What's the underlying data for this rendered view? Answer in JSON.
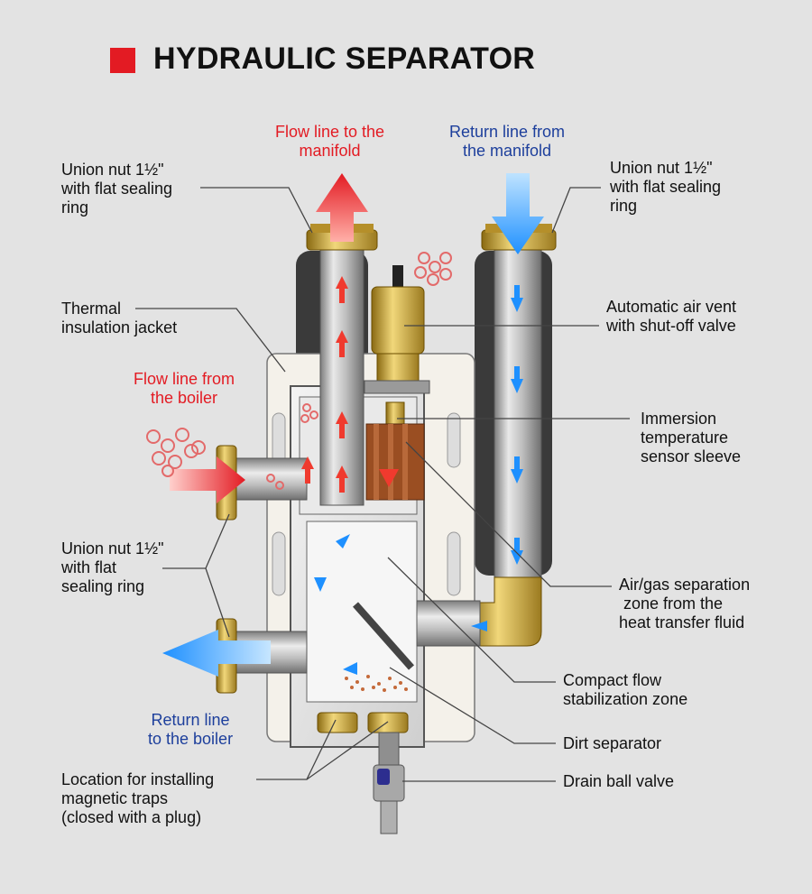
{
  "title": "HYDRAULIC SEPARATOR",
  "colors": {
    "accent_red": "#e31b23",
    "return_blue": "#1d3f9c",
    "flow_arrow_blue": "#1e90ff",
    "brass": "#c9a43a"
  },
  "labels": {
    "flow_to_manifold": "Flow line to the\nmanifold",
    "return_from_manifold": "Return line from\nthe manifold",
    "union_nut_top_left": "Union nut 1½\"\nwith flat sealing\nring",
    "union_nut_top_right": "Union nut 1½\"\nwith flat sealing\nring",
    "thermal_insulation": "Thermal\ninsulation jacket",
    "air_vent": "Automatic air vent\nwith shut-off valve",
    "flow_from_boiler": "Flow line from\nthe boiler",
    "temp_sensor": "Immersion\ntemperature\nsensor sleeve",
    "union_nut_left": "Union nut 1½\"\nwith flat\nsealing ring",
    "air_gas_separation": "Air/gas separation\n zone from the\nheat transfer fluid",
    "flow_stabilization": "Compact flow\nstabilization zone",
    "return_to_boiler": "Return line\nto the boiler",
    "dirt_separator": "Dirt separator",
    "magnetic_traps": "Location for installing\nmagnetic traps\n(closed with a plug)",
    "drain_valve": "Drain ball valve"
  }
}
